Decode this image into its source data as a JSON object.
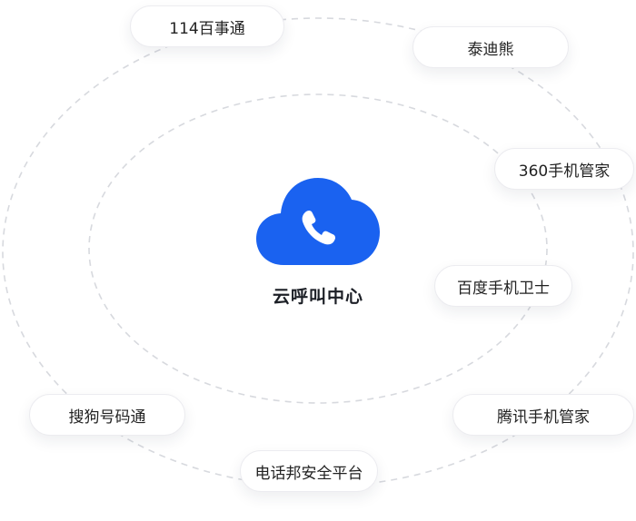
{
  "center": {
    "title": "云呼叫中心",
    "icon": "cloud-phone-icon",
    "accent_color": "#1a62f0"
  },
  "partners": [
    "114百事通",
    "泰迪熊",
    "360手机管家",
    "百度手机卫士",
    "腾讯手机管家",
    "电话邦安全平台",
    "搜狗号码通"
  ]
}
